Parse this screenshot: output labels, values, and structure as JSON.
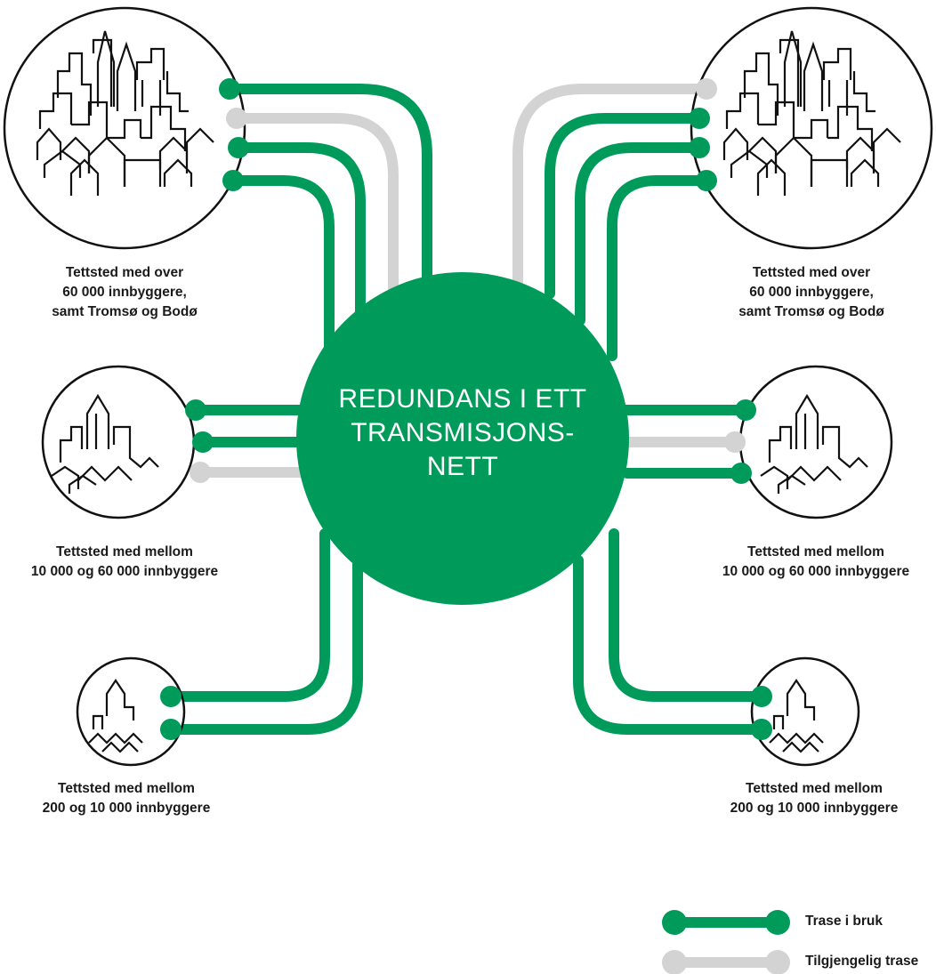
{
  "hub": {
    "line1": "REDUNDANS I ETT",
    "line2": "TRANSMISJONS-",
    "line3": "NETT"
  },
  "nodes": [
    {
      "id": "large-left",
      "label": [
        "Tettsted med over",
        "60 000 innbyggere,",
        "samt Tromsø og Bodø"
      ]
    },
    {
      "id": "large-right",
      "label": [
        "Tettsted med over",
        "60 000 innbyggere,",
        "samt Tromsø og Bodø"
      ]
    },
    {
      "id": "medium-left",
      "label": [
        "Tettsted med mellom",
        "10 000 og 60 000 innbyggere"
      ]
    },
    {
      "id": "medium-right",
      "label": [
        "Tettsted med mellom",
        "10 000 og 60 000 innbyggere"
      ]
    },
    {
      "id": "small-left",
      "label": [
        "Tettsted med mellom",
        "200 og 10 000 innbyggere"
      ]
    },
    {
      "id": "small-right",
      "label": [
        "Tettsted med mellom",
        "200 og 10 000 innbyggere"
      ]
    }
  ],
  "legend": {
    "in_use": "Trase i bruk",
    "available": "Tilgjengelig trase"
  },
  "colors": {
    "in_use": "#009a5a",
    "available": "#d3d3d3",
    "hub": "#009a5a",
    "outline": "#111111"
  }
}
